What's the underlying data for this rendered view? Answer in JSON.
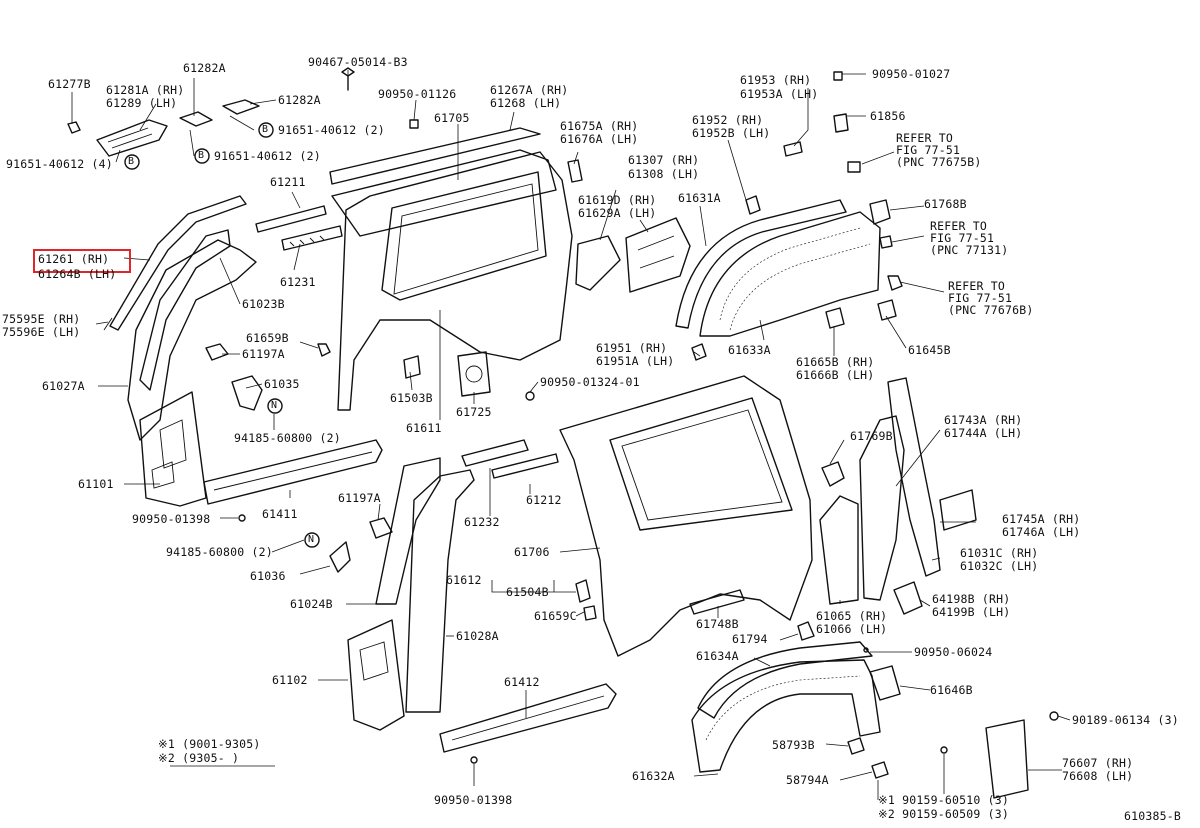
{
  "diagram_id": "610385-B",
  "highlight_color": "#e0262b",
  "highlighted_part": "61261  (RH)",
  "labels": {
    "p61277B": "61277B",
    "p61281A": "61281A (RH)",
    "p61289": "61289  (LH)",
    "p61282A_top": "61282A",
    "p61282A_right": "61282A",
    "p91651_a": "91651-40612 (2)",
    "p91651_b": "91651-40612 (2)",
    "p91651_c": "91651-40612 (4)",
    "p90467": "90467-05014-B3",
    "p90950_01126": "90950-01126",
    "p61705": "61705",
    "p61267A": "61267A (RH)",
    "p61268": "61268  (LH)",
    "p61675A": "61675A (RH)",
    "p61676A": "61676A (LH)",
    "p61211": "61211",
    "p61261": "61261  (RH)",
    "p61264B": "61264B (LH)",
    "p61231": "61231",
    "p61023B": "61023B",
    "p75595E": "75595E (RH)",
    "p75596E": "75596E (LH)",
    "p61659B": "61659B",
    "p61197A_top": "61197A",
    "p61027A": "61027A",
    "p61035": "61035",
    "p94185_top": "94185-60800 (2)",
    "p61503B": "61503B",
    "p61611": "61611",
    "p61725": "61725",
    "p90950_01324": "90950-01324-01",
    "p61307": "61307 (RH)",
    "p61308": "61308 (LH)",
    "p61619D": "61619D (RH)",
    "p61629A": "61629A (LH)",
    "p61631A": "61631A",
    "p61953": "61953  (RH)",
    "p61953A": "61953A (LH)",
    "p61952": "61952  (RH)",
    "p61952B": "61952B (LH)",
    "p90950_01027": "90950-01027",
    "p61856": "61856",
    "refer1_a": "REFER TO",
    "refer1_b": "FIG 77-51",
    "refer1_c": "(PNC 77675B)",
    "p61768B": "61768B",
    "refer2_a": "REFER TO",
    "refer2_b": "FIG 77-51",
    "refer2_c": "(PNC 77131)",
    "refer3_a": "REFER TO",
    "refer3_b": "FIG 77-51",
    "refer3_c": "(PNC 77676B)",
    "p61951": "61951  (RH)",
    "p61951A": "61951A (LH)",
    "p61633A": "61633A",
    "p61665B": "61665B (RH)",
    "p61666B": "61666B (LH)",
    "p61645B": "61645B",
    "p61101": "61101",
    "p90950_01398_a": "90950-01398",
    "p61411": "61411",
    "p61197A_b": "61197A",
    "p94185_b": "94185-60800 (2)",
    "p61036": "61036",
    "p61232": "61232",
    "p61212": "61212",
    "p61769B": "61769B",
    "p61743A": "61743A (RH)",
    "p61744A": "61744A (LH)",
    "p61745A": "61745A (RH)",
    "p61746A": "61746A (LH)",
    "p61031C": "61031C (RH)",
    "p61032C": "61032C (LH)",
    "p61706": "61706",
    "p61612": "61612",
    "p61504B": "61504B",
    "p61659C": "61659C",
    "p61024B": "61024B",
    "p61748B": "61748B",
    "p61794": "61794",
    "p61065": "61065 (RH)",
    "p61066": "61066 (LH)",
    "p64198B": "64198B (RH)",
    "p64199B": "64199B (LH)",
    "p61028A": "61028A",
    "p61634A": "61634A",
    "p90950_06024": "90950-06024",
    "p61102": "61102",
    "p61412": "61412",
    "p61646B": "61646B",
    "p90189": "90189-06134 (3)",
    "p58793B": "58793B",
    "p76607": "76607 (RH)",
    "p76608": "76608 (LH)",
    "p61632A": "61632A",
    "p58794A": "58794A",
    "p90950_01398_b": "90950-01398",
    "p90159_a": "※1 90159-60510 (3)",
    "p90159_b": "※2 90159-60509 (3)",
    "note1": "※1 (9001-9305)",
    "note2": "※2 (9305-        )",
    "marker_B": "B",
    "marker_N": "N"
  }
}
